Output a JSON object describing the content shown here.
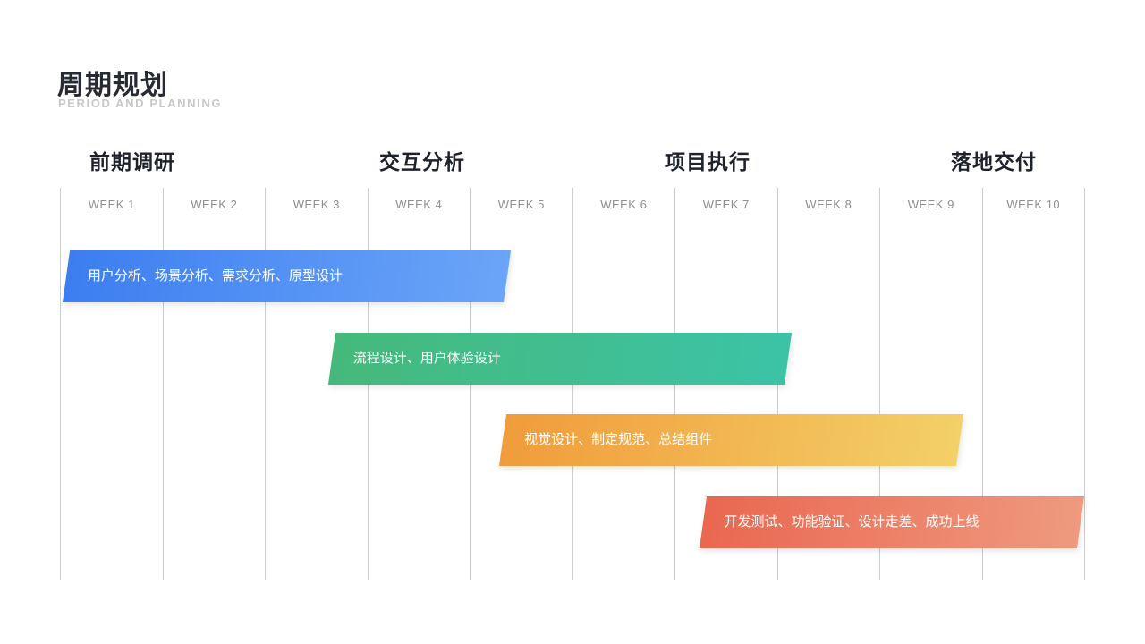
{
  "page": {
    "title": "周期规划",
    "subtitle": "PERIOD AND PLANNING"
  },
  "chart_data": {
    "type": "bar",
    "variant": "gantt-timeline",
    "title": "周期规划",
    "subtitle": "PERIOD AND PLANNING",
    "grid": "vertical-only",
    "legend": "none",
    "x_axis": {
      "unit": "week",
      "range_weeks": [
        1,
        11
      ],
      "tick_labels": [
        "WEEK 1",
        "WEEK 2",
        "WEEK 3",
        "WEEK 4",
        "WEEK 5",
        "WEEK 6",
        "WEEK 7",
        "WEEK 8",
        "WEEK 9",
        "WEEK 10"
      ]
    },
    "phases": [
      {
        "label": "前期调研"
      },
      {
        "label": "交互分析"
      },
      {
        "label": "项目执行"
      },
      {
        "label": "落地交付"
      }
    ],
    "weeks": [
      "WEEK 1",
      "WEEK 2",
      "WEEK 3",
      "WEEK 4",
      "WEEK 5",
      "WEEK 6",
      "WEEK 7",
      "WEEK 8",
      "WEEK 9",
      "WEEK 10"
    ],
    "tasks": [
      {
        "label": "用户分析、场景分析、需求分析、原型设计",
        "start_week": 1.06,
        "end_week": 5.36,
        "color_from": "#3c7ef0",
        "color_to": "#6ba5f8"
      },
      {
        "label": "流程设计、用户体验设计",
        "start_week": 3.65,
        "end_week": 8.1,
        "color_from": "#45b97b",
        "color_to": "#3cc3a6"
      },
      {
        "label": "视觉设计、制定规范、总结组件",
        "start_week": 5.32,
        "end_week": 9.78,
        "color_from": "#f09c3b",
        "color_to": "#f3d068"
      },
      {
        "label": "开发测试、功能验证、设计走差、成功上线",
        "start_week": 7.27,
        "end_week": 10.95,
        "color_from": "#ea6750",
        "color_to": "#ee9a7f"
      }
    ],
    "colors": {
      "title": "#262b33",
      "subtitle": "#c8c8c8",
      "phase_text": "#1d222b",
      "week_text": "#8f8f8f",
      "grid_line": "#cdcdcd",
      "bar_text": "#ffffff"
    }
  }
}
